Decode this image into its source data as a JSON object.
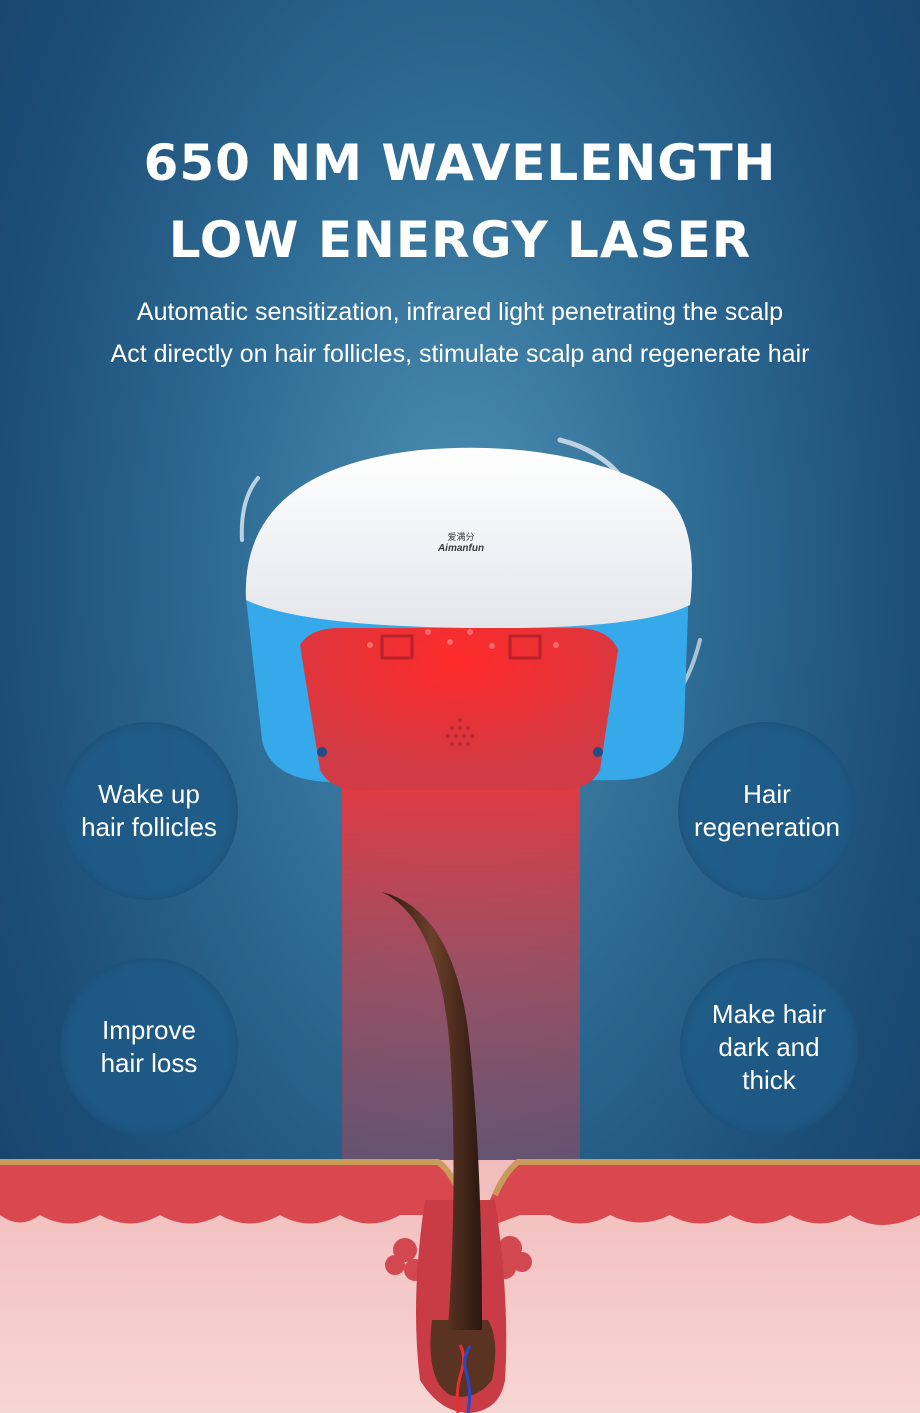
{
  "headline": {
    "line1": "650 NM WAVELENGTH",
    "line2": "LOW ENERGY LASER"
  },
  "subtitle": {
    "line1": "Automatic sensitization, infrared light penetrating the scalp",
    "line2": "Act directly on hair follicles, stimulate scalp and regenerate hair"
  },
  "device": {
    "brand_cn": "爱满分",
    "brand": "Aimanfun"
  },
  "benefits": [
    {
      "label": "Wake up\nhair follicles"
    },
    {
      "label": "Hair\nregeneration"
    },
    {
      "label": "Improve\nhair loss"
    },
    {
      "label": "Make hair\ndark and\nthick"
    }
  ],
  "colors": {
    "background": "#1c4e78",
    "bubble": "#1e5a87",
    "laser": "#e8303a",
    "device_band": "#2fa3e6",
    "skin": "#e8a0a0"
  },
  "icons": [
    "laser-helmet-device",
    "hair-follicle-illustration",
    "skin-cross-section"
  ]
}
